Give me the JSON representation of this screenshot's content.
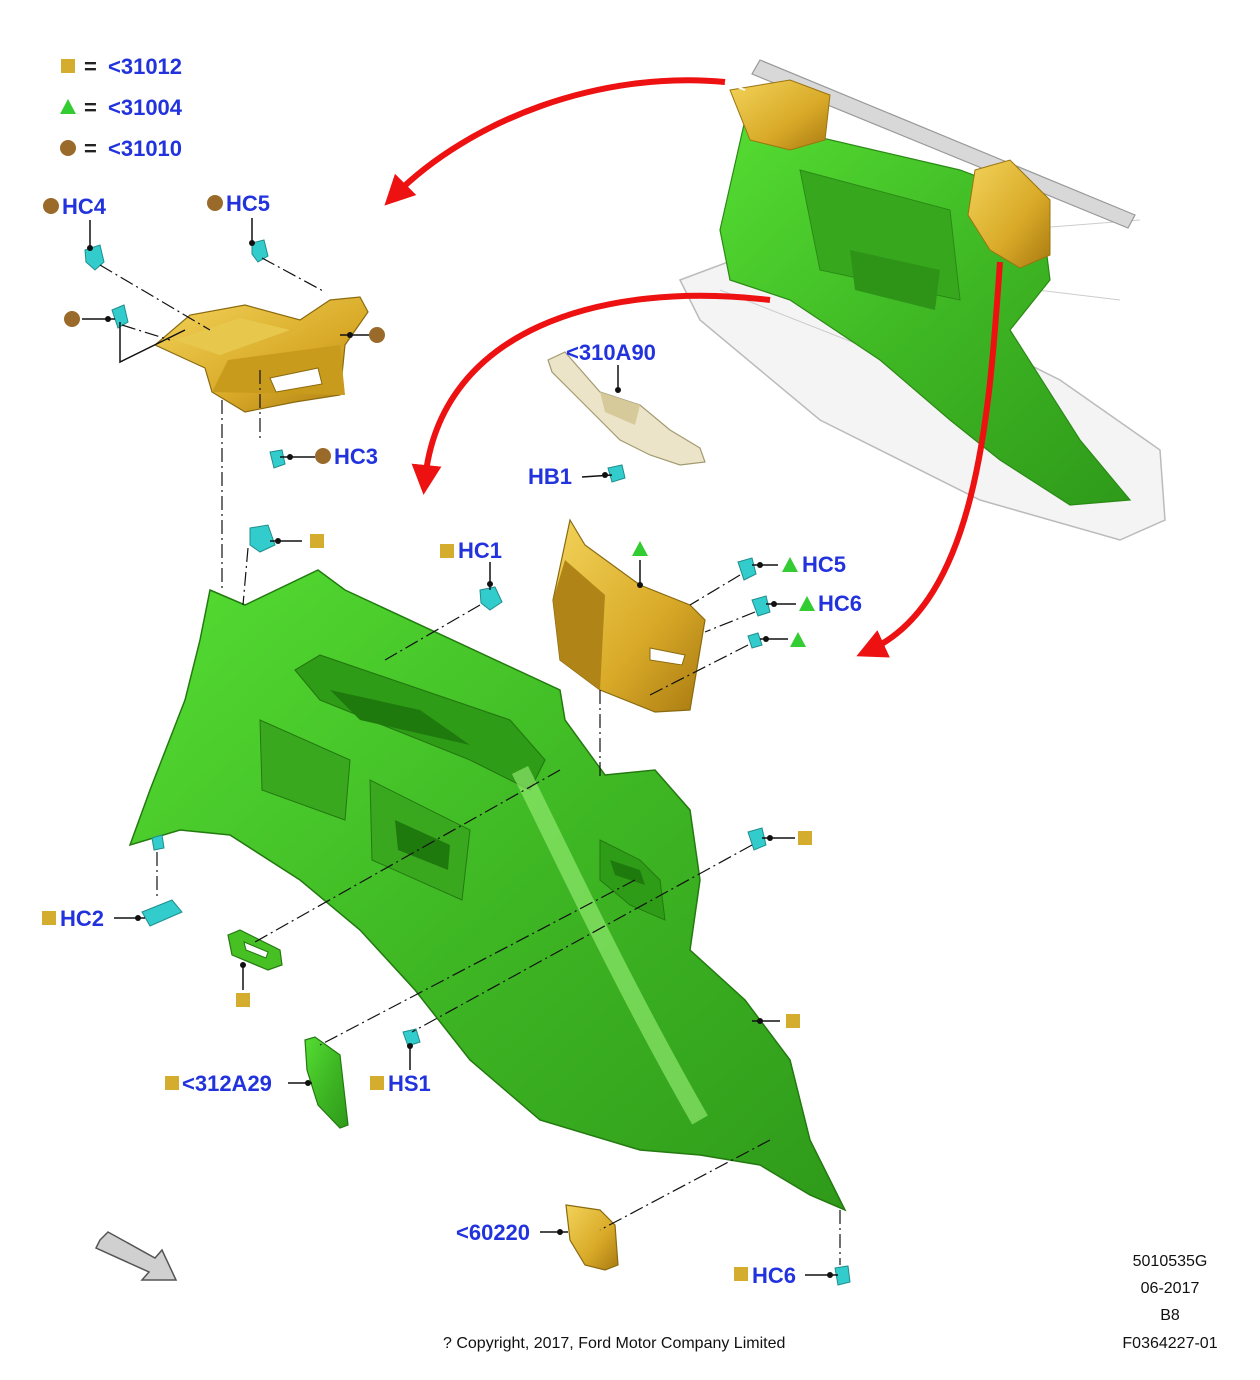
{
  "legend": [
    {
      "symbol": "square",
      "eq": "=",
      "code": "<31012"
    },
    {
      "symbol": "triangle",
      "eq": "=",
      "code": "<31004"
    },
    {
      "symbol": "circle",
      "eq": "=",
      "code": "<31010"
    }
  ],
  "labels": {
    "hc4": "HC4",
    "hc5_top": "HC5",
    "hc3": "HC3",
    "part_310A90": "<310A90",
    "hb1": "HB1",
    "hc1": "HC1",
    "hc5_right": "HC5",
    "hc6_right": "HC6",
    "hc2": "HC2",
    "part_312A29": "<312A29",
    "hs1": "HS1",
    "part_60220": "<60220",
    "hc6_bottom": "HC6"
  },
  "footer": {
    "ref": "5010535G",
    "date": "06-2017",
    "rev": "B8",
    "copyright": "? Copyright, 2017, Ford Motor Company Limited",
    "fig": "F0364227-01"
  },
  "colors": {
    "square": "#d4ad2e",
    "triangle": "#33cc33",
    "circle": "#9a6a2a",
    "label": "#2233dd",
    "panel_green": "#44cc22",
    "panel_yellow": "#e0b830",
    "clip_cyan": "#33cccc",
    "arrow_red": "#ee1111"
  }
}
